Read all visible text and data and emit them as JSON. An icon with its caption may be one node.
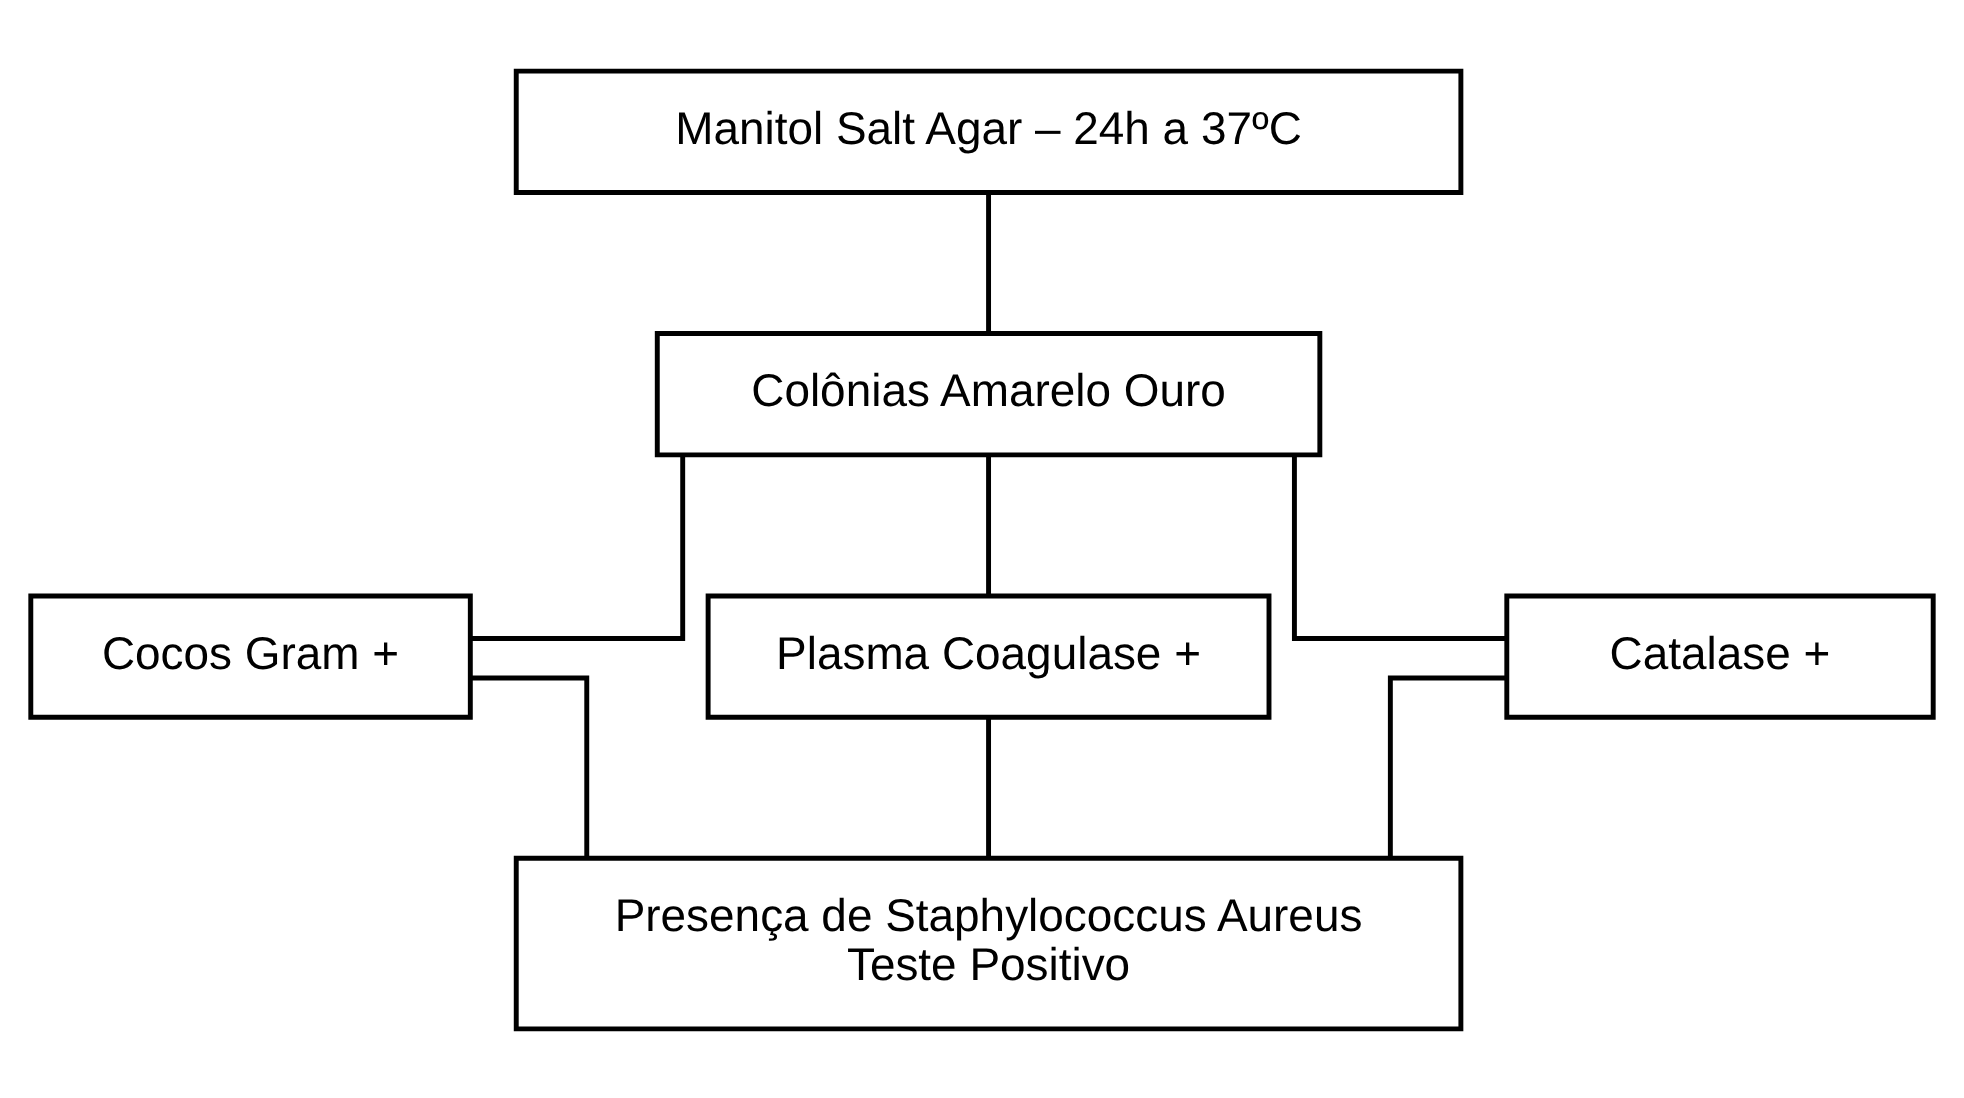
{
  "diagram": {
    "nodes": [
      {
        "text": [
          "Manitol Salt Agar – 24h a 37ºC"
        ]
      },
      {
        "text": [
          "Colônias Amarelo Ouro"
        ]
      },
      {
        "text": [
          "Cocos Gram +"
        ]
      },
      {
        "text": [
          "Plasma Coagulase +"
        ]
      },
      {
        "text": [
          "Catalase +"
        ]
      },
      {
        "text": [
          "Presença de Staphylococcus Aureus",
          "Teste Positivo"
        ]
      }
    ],
    "edges": [
      {
        "from": 0,
        "to": 1,
        "arrow": "none"
      },
      {
        "from": 1,
        "to": 2,
        "arrow": "none"
      },
      {
        "from": 1,
        "to": 3,
        "arrow": "none"
      },
      {
        "from": 1,
        "to": 4,
        "arrow": "none"
      },
      {
        "from": 2,
        "to": 5,
        "arrow": "none"
      },
      {
        "from": 3,
        "to": 5,
        "arrow": "none"
      },
      {
        "from": 4,
        "to": 5,
        "arrow": "none"
      }
    ]
  }
}
